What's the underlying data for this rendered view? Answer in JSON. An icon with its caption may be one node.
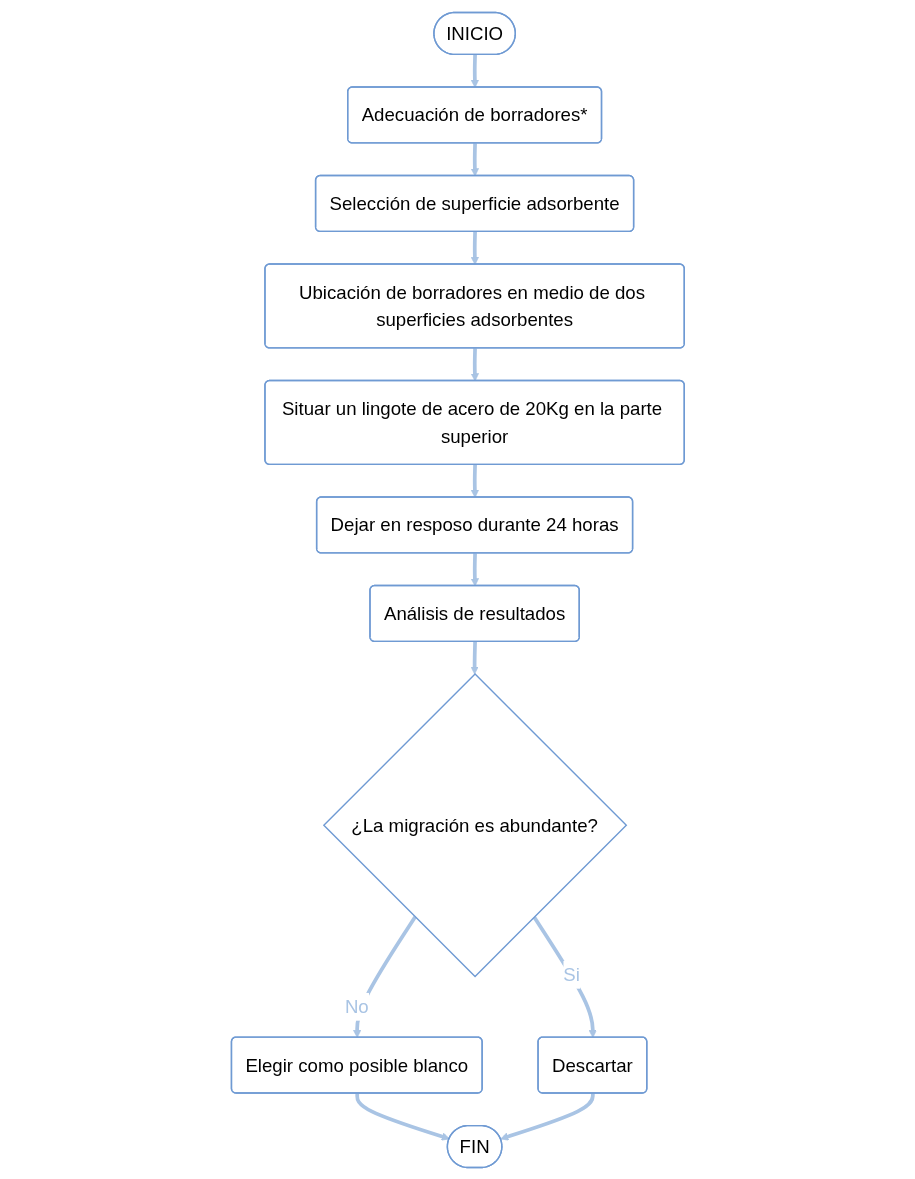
{
  "diagram": {
    "nodes": [
      {
        "text": [
          "INICIO"
        ]
      },
      {
        "text": [
          "Adecuación de borradores*"
        ]
      },
      {
        "text": [
          "Selección de superficie adsorbente"
        ]
      },
      {
        "text": [
          "Ubicación de borradores en medio de dos superficies adsorbentes"
        ]
      },
      {
        "text": [
          "Situar un lingote de acero de 20Kg en la parte superior"
        ]
      },
      {
        "text": [
          "Dejar en resposo durante 24 horas"
        ]
      },
      {
        "text": [
          "Análisis de resultados"
        ]
      },
      {
        "text": [
          "¿La migración es abundante?"
        ]
      },
      {
        "text": [
          "Elegir como posible blanco"
        ]
      },
      {
        "text": [
          "Descartar"
        ]
      },
      {
        "text": [
          "FIN"
        ]
      }
    ],
    "edges": [
      {
        "from": 0,
        "to": 1,
        "arrow": "to"
      },
      {
        "from": 1,
        "to": 2,
        "arrow": "to"
      },
      {
        "from": 2,
        "to": 3,
        "arrow": "to"
      },
      {
        "from": 3,
        "to": 4,
        "arrow": "to"
      },
      {
        "from": 4,
        "to": 5,
        "arrow": "to"
      },
      {
        "from": 5,
        "to": 6,
        "arrow": "to"
      },
      {
        "from": 6,
        "to": 7,
        "arrow": "to"
      },
      {
        "from": 7,
        "to": 9,
        "label": "Si",
        "arrow": "to"
      },
      {
        "from": 7,
        "to": 8,
        "label": "No",
        "arrow": "to"
      },
      {
        "from": 8,
        "to": 10,
        "arrow": "to"
      },
      {
        "from": 9,
        "to": 10,
        "arrow": "to"
      }
    ]
  }
}
